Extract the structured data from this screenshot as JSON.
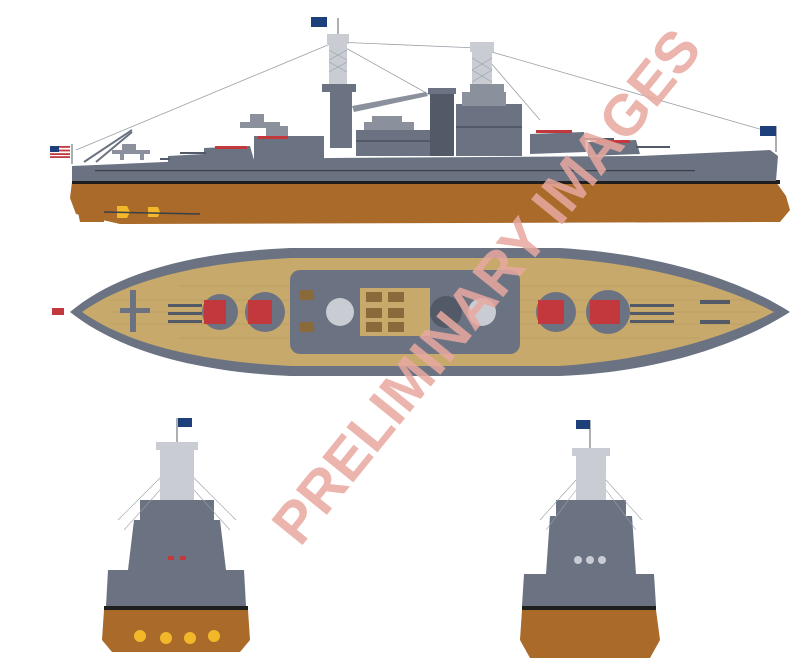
{
  "watermark": {
    "text": "PRELIMINARY IMAGES",
    "color": "#e8a9a0"
  },
  "colors": {
    "hull_gray": "#6b7383",
    "hull_gray_dark": "#535a67",
    "superstructure_light": "#8a919d",
    "lower_hull": "#a96a2a",
    "boot_top": "#1e1e1e",
    "deck_wood": "#c8a96c",
    "turret_red": "#c2383d",
    "flag_blue": "#1d3f7a",
    "propeller": "#f2b829",
    "mast_light": "#c9cdd3"
  },
  "views": [
    {
      "name": "starboard-profile",
      "icon": "battleship-side-icon"
    },
    {
      "name": "deck-plan",
      "icon": "battleship-top-icon"
    },
    {
      "name": "bow-view",
      "icon": "battleship-front-icon"
    },
    {
      "name": "stern-view",
      "icon": "battleship-rear-icon"
    }
  ]
}
